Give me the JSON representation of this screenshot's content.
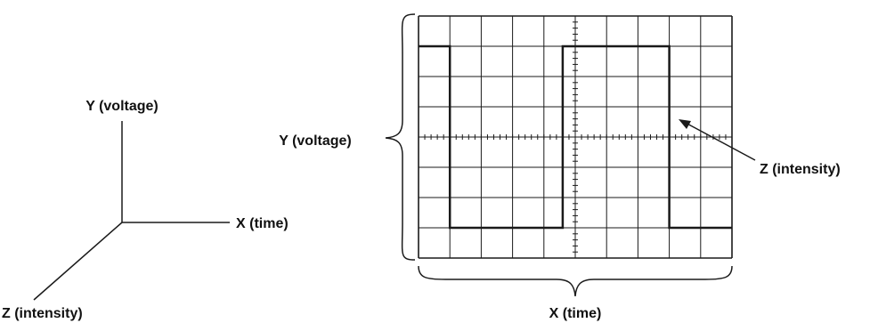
{
  "axes_figure": {
    "y_label": "Y (voltage)",
    "x_label": "X (time)",
    "z_label": "Z (intensity)"
  },
  "scope_figure": {
    "y_label": "Y (voltage)",
    "x_label": "X (time)",
    "z_label": "Z (intensity)",
    "grid": {
      "columns": 10,
      "rows": 8,
      "minor_ticks_per_division": 5
    },
    "waveform": {
      "type": "square",
      "points_divisions": [
        [
          0,
          1
        ],
        [
          1,
          1
        ],
        [
          1,
          7
        ],
        [
          4.6,
          7
        ],
        [
          4.6,
          1
        ],
        [
          8,
          1
        ],
        [
          8,
          7
        ],
        [
          10,
          7
        ]
      ]
    }
  },
  "colors": {
    "ink": "#1a1a1a",
    "background": "#ffffff"
  }
}
